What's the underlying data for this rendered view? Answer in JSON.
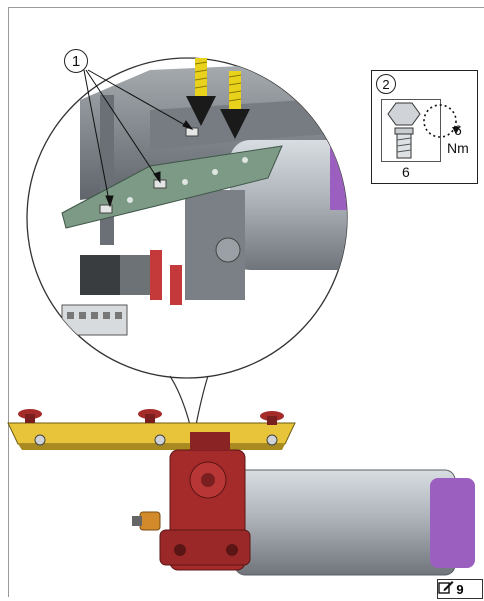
{
  "callouts": {
    "one": "1",
    "two": "2"
  },
  "detail": {
    "torque_value": "6",
    "torque_unit": "Nm",
    "wrench_size": "6"
  },
  "page_tag": {
    "number": "9",
    "icon": "edit-note-icon"
  },
  "colors": {
    "pcb_green": "#7d9a86",
    "housing_gray": "#8a9096",
    "motor_gray": "#b6bcc2",
    "arrow_yellow": "#e9d21b",
    "arrow_black": "#1a1a1a",
    "bracket_red": "#a52b2b",
    "plate_yellow": "#e7c43a",
    "accent_purple": "#9b5fc0"
  }
}
